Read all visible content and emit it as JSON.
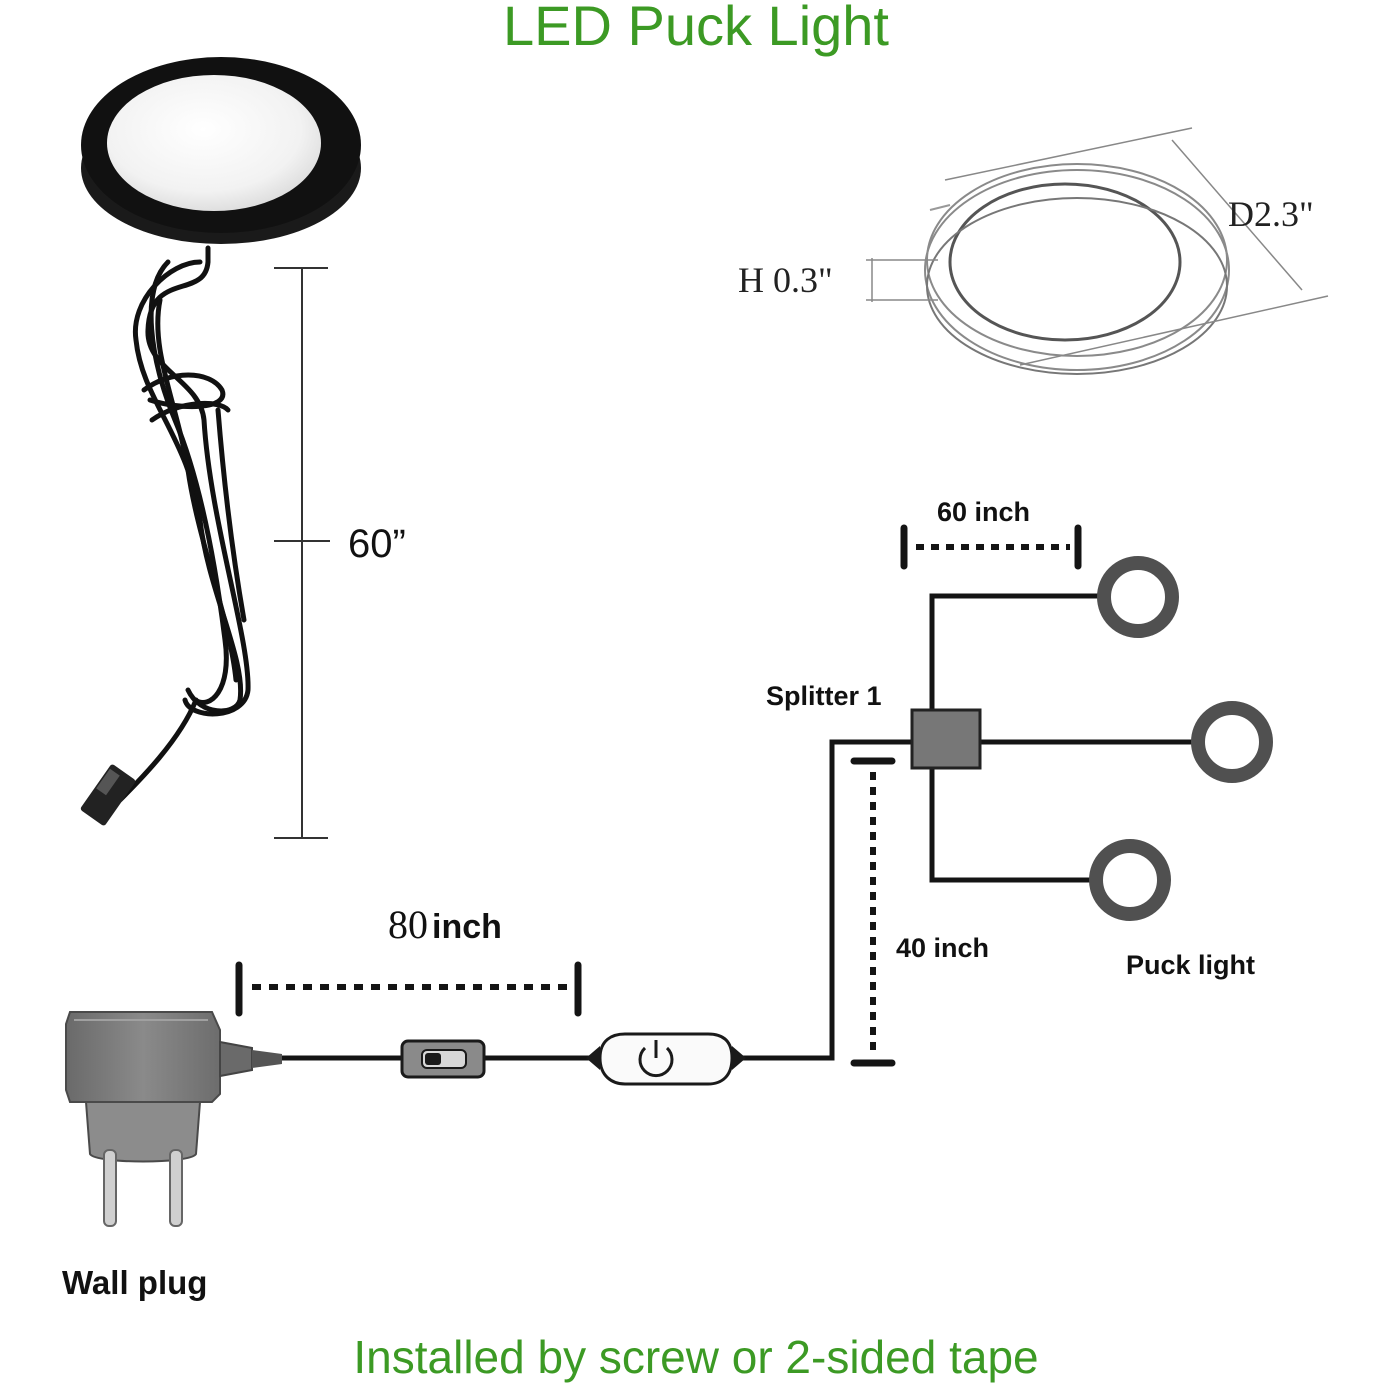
{
  "header": {
    "title": "LED Puck Light"
  },
  "footer": {
    "note": "Installed by screw or 2-sided tape"
  },
  "product": {
    "cable_length": "60”",
    "dimensions": {
      "diameter": "D2.3\"",
      "height": "H 0.3\""
    }
  },
  "wiring": {
    "splitter_label": "Splitter 1",
    "puck_label": "Puck light",
    "plug_label": "Wall plug",
    "lengths": {
      "splitter_to_puck": "60 inch",
      "supply_cable_num": "80",
      "supply_cable_unit": "inch",
      "splitter_lead": "40 inch"
    }
  },
  "colors": {
    "title_green": "#3c9a24",
    "line": "#141414",
    "puck_ring": "#505050"
  }
}
